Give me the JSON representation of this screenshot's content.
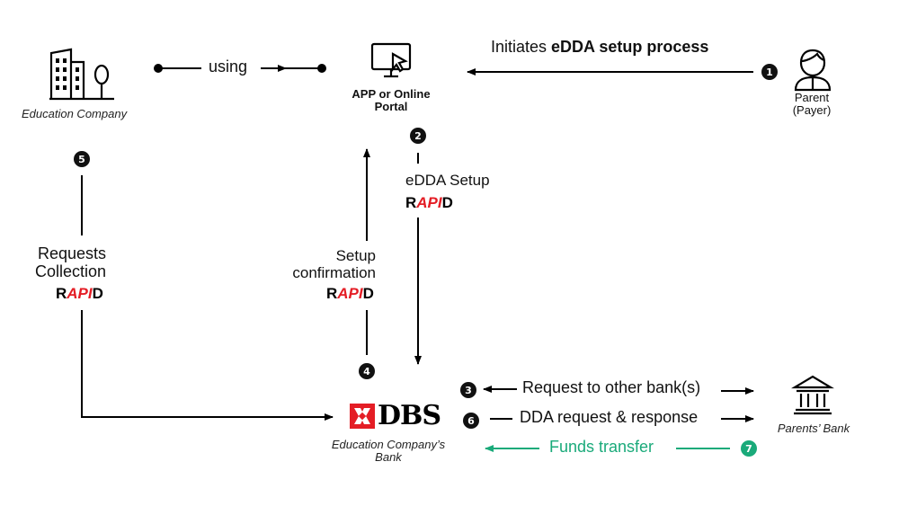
{
  "nodes": {
    "education_company": "Education Company",
    "portal": "APP or Online Portal",
    "parent": "Parent (Payer)",
    "dbs_logo": "DBS",
    "dbs_caption": "Education Company’s Bank",
    "parents_bank": "Parents’ Bank"
  },
  "edges": {
    "using": "using",
    "initiates_prefix": "Initiates ",
    "initiates_bold": "eDDA setup process",
    "edda_setup": "eDDA Setup",
    "setup_confirmation": "Setup confirmation",
    "requests_collection": "Requests Collection",
    "request_other_banks": "Request to other bank(s)",
    "dda_request_response": "DDA request & response",
    "funds_transfer": "Funds transfer"
  },
  "rapid": {
    "r": "R",
    "api": "API",
    "d": "D"
  },
  "steps": [
    "1",
    "2",
    "3",
    "4",
    "5",
    "6",
    "7"
  ],
  "colors": {
    "accent_green": "#1aaa7a",
    "rapid_red": "#e41d25",
    "dbs_red": "#e41d25"
  }
}
